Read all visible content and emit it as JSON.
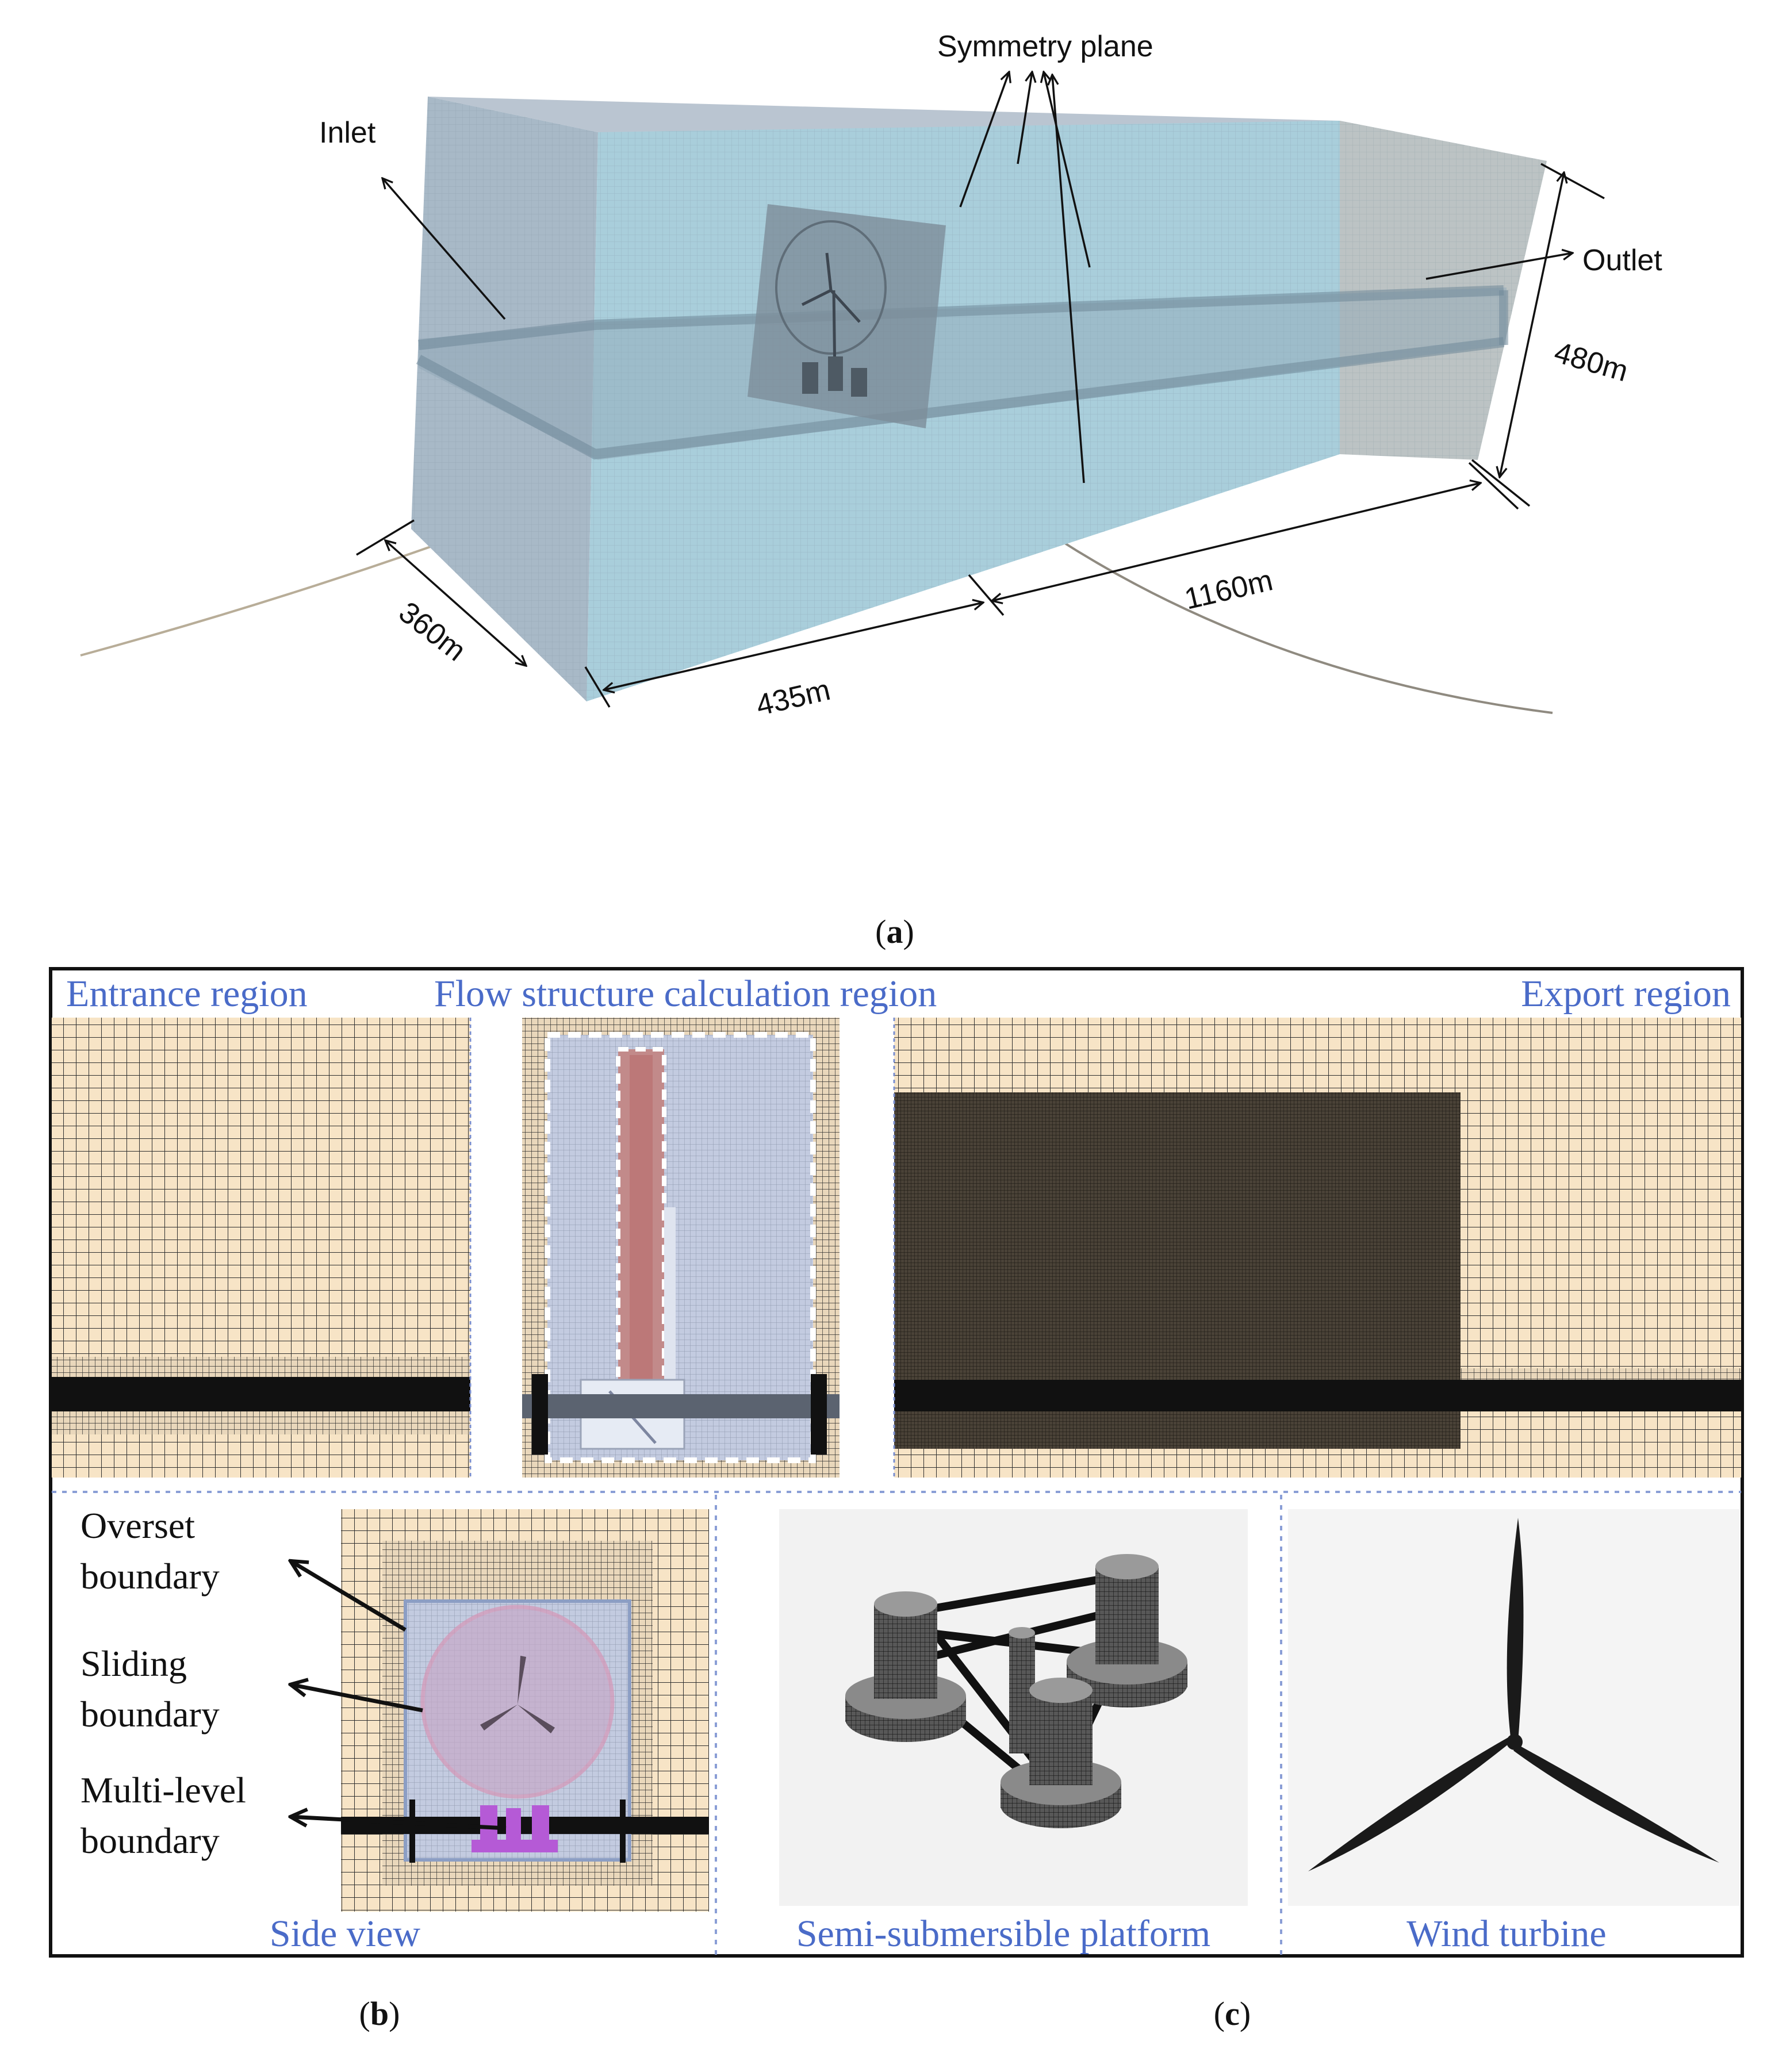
{
  "panel_a": {
    "caption": "(a)",
    "caption_letter": "a",
    "labels": {
      "symmetry_plane": "Symmetry plane",
      "inlet": "Inlet",
      "outlet": "Outlet",
      "height": "480m",
      "width": "360m",
      "upstream_length": "435m",
      "downstream_length": "1160m"
    }
  },
  "panel_b": {
    "caption_letter": "b",
    "regions": {
      "entrance": "Entrance region",
      "flow_structure": "Flow structure calculation region",
      "export": "Export region"
    },
    "side_view": {
      "title": "Side view",
      "overset": [
        "Overset",
        "boundary"
      ],
      "sliding": [
        "Sliding",
        "boundary"
      ],
      "multilevel": [
        "Multi-level",
        "boundary"
      ]
    }
  },
  "panel_c": {
    "caption_letter": "c",
    "platform_title": "Semi-submersible platform",
    "turbine_title": "Wind turbine"
  },
  "colors": {
    "domain_blue": "#a9c6d6",
    "mesh_tan": "#f7e4c6",
    "mesh_line": "#333333",
    "dense_mesh": "#3a342b",
    "label_blue": "#4a6bc8",
    "overset_blue": "#8c9ec4",
    "sliding_pink": "#c98fb0",
    "platform_purple": "#b55ad6"
  }
}
